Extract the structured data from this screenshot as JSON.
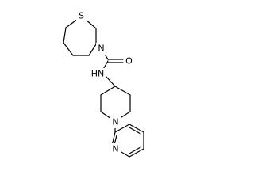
{
  "molecule": {
    "atoms": {
      "sulfur": "S",
      "thiazepane_nitrogen": "N",
      "carbonyl_oxygen": "O",
      "amide_nh": "HN",
      "piperidine_nitrogen": "N",
      "pyridine_nitrogen": "N"
    }
  }
}
